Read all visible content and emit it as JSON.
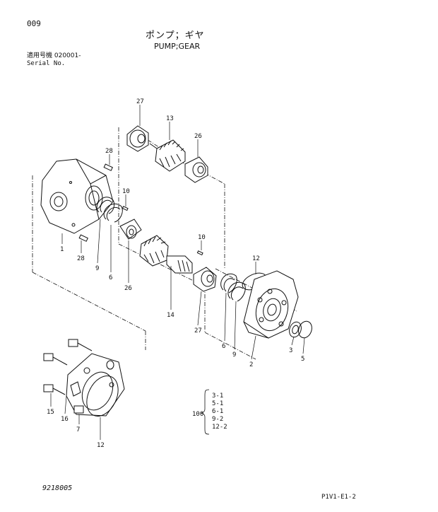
{
  "header": {
    "page_number": "009",
    "title_jp": "ポンプ；ギヤ",
    "title_en": "PUMP;GEAR",
    "serial_line1": "適用号機  020001-",
    "serial_line2": "Serial No."
  },
  "callouts": {
    "c27a": "27",
    "c13": "13",
    "c26a": "26",
    "c28a": "28",
    "c10a": "10",
    "c1": "1",
    "c28b": "28",
    "c9a": "9",
    "c6a": "6",
    "c26b": "26",
    "c10b": "10",
    "c14": "14",
    "c27b": "27",
    "c12a": "12",
    "c6b": "6",
    "c9b": "9",
    "c2": "2",
    "c3": "3",
    "c5": "5",
    "c15": "15",
    "c16": "16",
    "c7": "7",
    "c12b": "12"
  },
  "kit": {
    "number": "100",
    "items": [
      "3-1",
      "5-1",
      "6-1",
      "9-2",
      "12-2"
    ]
  },
  "footer": {
    "left_code": "9218005",
    "right_code": "P1V1-E1-2"
  }
}
